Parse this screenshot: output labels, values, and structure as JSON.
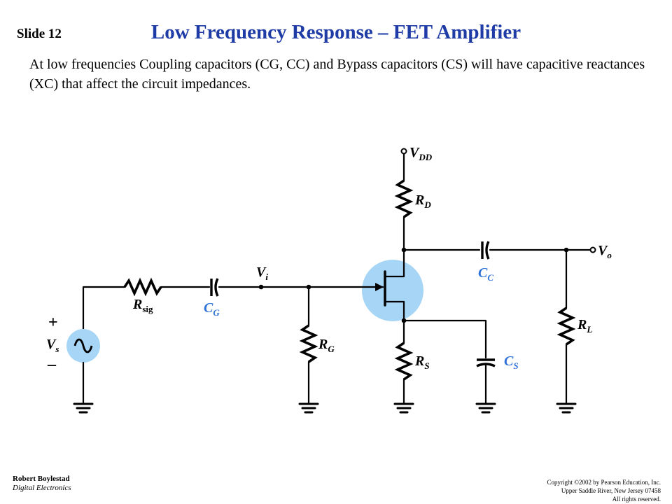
{
  "slide": {
    "number_label": "Slide 12",
    "title": "Low Frequency Response – FET Amplifier",
    "body": "At low frequencies Coupling capacitors (CG, CC) and Bypass capacitors (CS) will have capacitive reactances (XC) that affect the circuit impedances."
  },
  "circuit": {
    "labels": {
      "vdd_main": "V",
      "vdd_sub": "DD",
      "rd_main": "R",
      "rd_sub": "D",
      "vo_main": "V",
      "vo_sub": "o",
      "cc_main": "C",
      "cc_sub": "C",
      "vi_main": "V",
      "vi_sub": "i",
      "rsig_main": "R",
      "rsig_sub": "sig",
      "cg_main": "C",
      "cg_sub": "G",
      "rg_main": "R",
      "rg_sub": "G",
      "rs_main": "R",
      "rs_sub": "S",
      "cs_main": "C",
      "cs_sub": "S",
      "rl_main": "R",
      "rl_sub": "L",
      "vs_main": "V",
      "vs_sub": "s",
      "plus": "+",
      "minus": "–"
    },
    "colors": {
      "capacitor_label": "#2f73d8",
      "fet_highlight": "#a7d5f5"
    }
  },
  "footer": {
    "author": "Robert Boylestad",
    "book": "Digital Electronics",
    "copyright_line1": "Copyright ©2002 by Pearson Education, Inc.",
    "copyright_line2": "Upper Saddle River, New Jersey 07458",
    "copyright_line3": "All rights reserved."
  }
}
